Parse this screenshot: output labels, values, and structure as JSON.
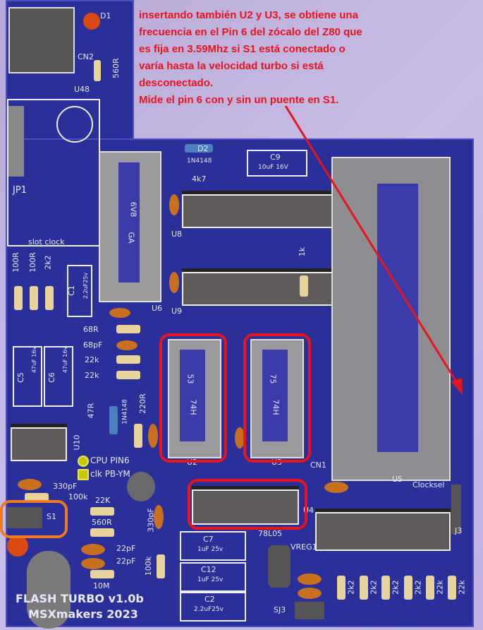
{
  "annotation": {
    "lines": [
      "insertando también U2 y U3, se obtiene una",
      "frecuencia en el Pin 6 del zócalo del Z80 que",
      "es fija en 3.59Mhz si S1 está conectado o",
      "varía hasta la velocidad turbo si está",
      "desconectado.",
      "Mide el pin 6 con y sin un puente en S1."
    ]
  },
  "silkscreen": {
    "jp1": "JP1",
    "slot_clock": "slot clock",
    "u48": "U48",
    "cn2": "CN2",
    "r560": "560R",
    "d1": "D1",
    "d2": "D2",
    "d_1n4148": "1N4148",
    "r4k7": "4k7",
    "c9": "C9",
    "c9_val": "10uF 16V",
    "u8": "U8",
    "u9": "U9",
    "u6": "U6",
    "r1k": "1k",
    "gal": "GA",
    "gal2": "6V8",
    "r100a": "100R",
    "r100b": "100R",
    "r2k2": "2k2",
    "c1": "C1",
    "c1_val": "2.2uF25v",
    "r68": "68R",
    "c68p": "68pF",
    "r22a": "22k",
    "r22b": "22k",
    "c5": "C5",
    "c5_val": "47uF 16v",
    "c6": "C6",
    "c6_val": "47uF 16v",
    "r47": "47R",
    "d3": "1N4148",
    "r220": "220R",
    "u10": "U10",
    "u2_num": "53",
    "u2_fam": "74H",
    "u3_num": "75",
    "u3_fam": "74H",
    "u2": "U2",
    "u3": "U3",
    "cpu_pin6": "CPU PIN6",
    "clk": "clk PB-YM",
    "c330a": "330pF",
    "r100k": "100k",
    "s1": "S1",
    "r22k": "22K",
    "r560b": "560R",
    "c22a": "22pF",
    "c22b": "22pF",
    "r10m": "10M",
    "c330b": "330pF",
    "r100k2": "100k",
    "c7": "C7",
    "c7_val": "1uF 25v",
    "c12": "C12",
    "c12_val": "1uF 25v",
    "c2": "C2",
    "c2_val": "2.2uF25v",
    "cn1": "CN1",
    "u5": "U5",
    "clocksel": "Clocksel",
    "j3": "J3",
    "u4": "U4",
    "vreg": "VREG1",
    "reg": "78L05",
    "sj3": "SJ3",
    "rb": [
      "2k2",
      "2k2",
      "2k2",
      "2k2",
      "22k",
      "22k"
    ],
    "title1": "FLASH TURBO v1.0b",
    "title2": "MSXmakers 2023"
  },
  "colors": {
    "annotation": "#e8141c",
    "highlight_switch": "#f07a1e",
    "board": "#2b2f9a"
  }
}
